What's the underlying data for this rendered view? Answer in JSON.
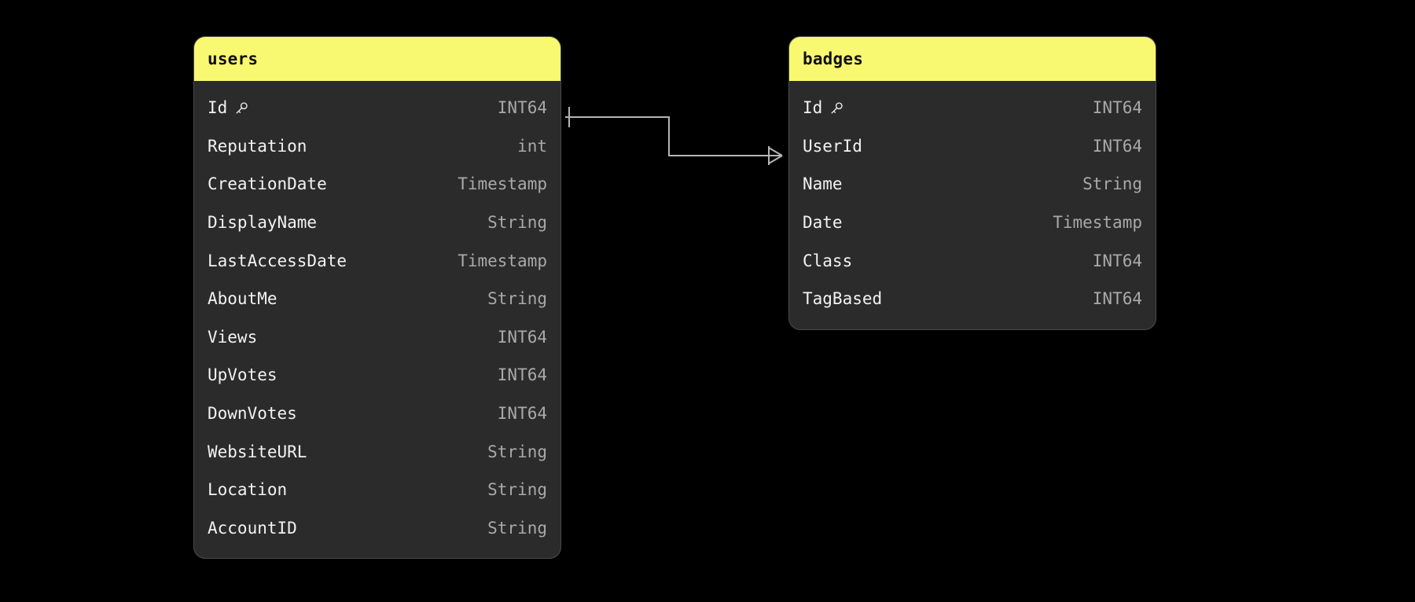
{
  "diagram": {
    "type": "entity-relationship-diagram",
    "background_color": "#000000",
    "header_color": "#f9f871",
    "body_color": "#2b2b2b",
    "name_text_color": "#f2f2f2",
    "type_text_color": "#a9a9a9",
    "connector_color": "#b5b5b5"
  },
  "entities": [
    {
      "name": "users",
      "fields": [
        {
          "name": "Id",
          "type": "INT64",
          "key": true,
          "key_icon": "key-icon"
        },
        {
          "name": "Reputation",
          "type": "int",
          "key": false
        },
        {
          "name": "CreationDate",
          "type": "Timestamp",
          "key": false
        },
        {
          "name": "DisplayName",
          "type": "String",
          "key": false
        },
        {
          "name": "LastAccessDate",
          "type": "Timestamp",
          "key": false
        },
        {
          "name": "AboutMe",
          "type": "String",
          "key": false
        },
        {
          "name": "Views",
          "type": "INT64",
          "key": false
        },
        {
          "name": "UpVotes",
          "type": "INT64",
          "key": false
        },
        {
          "name": "DownVotes",
          "type": "INT64",
          "key": false
        },
        {
          "name": "WebsiteURL",
          "type": "String",
          "key": false
        },
        {
          "name": "Location",
          "type": "String",
          "key": false
        },
        {
          "name": "AccountID",
          "type": "String",
          "key": false
        }
      ]
    },
    {
      "name": "badges",
      "fields": [
        {
          "name": "Id",
          "type": "INT64",
          "key": true,
          "key_icon": "key-icon"
        },
        {
          "name": "UserId",
          "type": "INT64",
          "key": false
        },
        {
          "name": "Name",
          "type": "String",
          "key": false
        },
        {
          "name": "Date",
          "type": "Timestamp",
          "key": false
        },
        {
          "name": "Class",
          "type": "INT64",
          "key": false
        },
        {
          "name": "TagBased",
          "type": "INT64",
          "key": false
        }
      ]
    }
  ],
  "relationships": [
    {
      "from_entity": "users",
      "from_field": "Id",
      "from_cardinality": "one",
      "to_entity": "badges",
      "to_field": "UserId",
      "to_cardinality": "many"
    }
  ]
}
